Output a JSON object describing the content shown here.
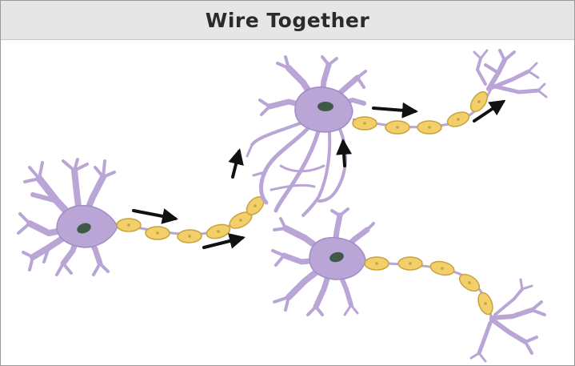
{
  "title": "Wire Together",
  "colors": {
    "neuron_body": "#b9a5d6",
    "neuron_outline": "#8f7ab8",
    "nucleus": "#3d5a48",
    "myelin": "#f2cf6a",
    "myelin_outline": "#c9a23a",
    "arrow": "#111111",
    "title_bar": "#e6e6e6"
  },
  "diagram": {
    "neurons": [
      {
        "name": "left-neuron"
      },
      {
        "name": "top-center-neuron"
      },
      {
        "name": "bottom-center-neuron"
      }
    ],
    "arrow_icons": [
      "arrow-icon",
      "arrow-icon",
      "arrow-icon",
      "arrow-icon",
      "arrow-icon",
      "arrow-icon"
    ]
  }
}
